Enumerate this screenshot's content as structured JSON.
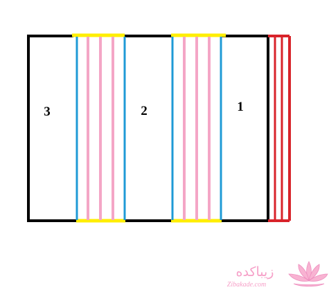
{
  "panels": [
    {
      "id": "left",
      "label": "3"
    },
    {
      "id": "middle",
      "label": "2"
    },
    {
      "id": "right",
      "label": "1"
    }
  ],
  "watermark": {
    "text_fa": "زیباکده",
    "text_en": "Zibakade.com"
  },
  "colors": {
    "outline": "#000000",
    "fold_blue": "#1e9ad6",
    "fold_pink": "#f4a6c6",
    "fold_yellow": "#ffee00",
    "end_red": "#d8232a",
    "watermark": "#f6a0c8"
  }
}
